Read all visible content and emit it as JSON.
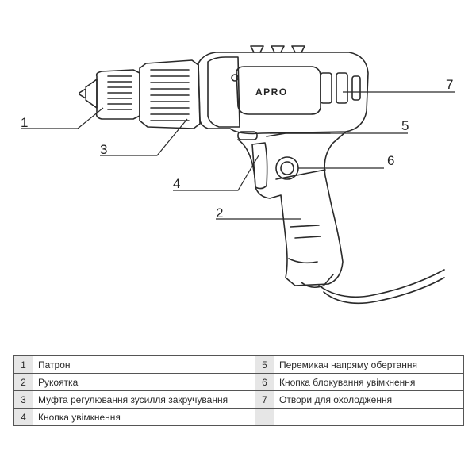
{
  "brand_logo": "APRO",
  "callouts": [
    "1",
    "2",
    "3",
    "4",
    "5",
    "6",
    "7"
  ],
  "legend": {
    "left": [
      {
        "num": "1",
        "label": "Патрон"
      },
      {
        "num": "2",
        "label": "Рукоятка"
      },
      {
        "num": "3",
        "label": "Муфта регулювання зусилля закручування"
      },
      {
        "num": "4",
        "label": "Кнопка увімкнення"
      }
    ],
    "right": [
      {
        "num": "5",
        "label": "Перемикач напряму обертання"
      },
      {
        "num": "6",
        "label": "Кнопка блокування увімкнення"
      },
      {
        "num": "7",
        "label": "Отвори для охолодження"
      }
    ]
  },
  "colors": {
    "line": "#2a2a2a",
    "table_num_bg": "#e6e6e6",
    "table_border": "#555555"
  }
}
